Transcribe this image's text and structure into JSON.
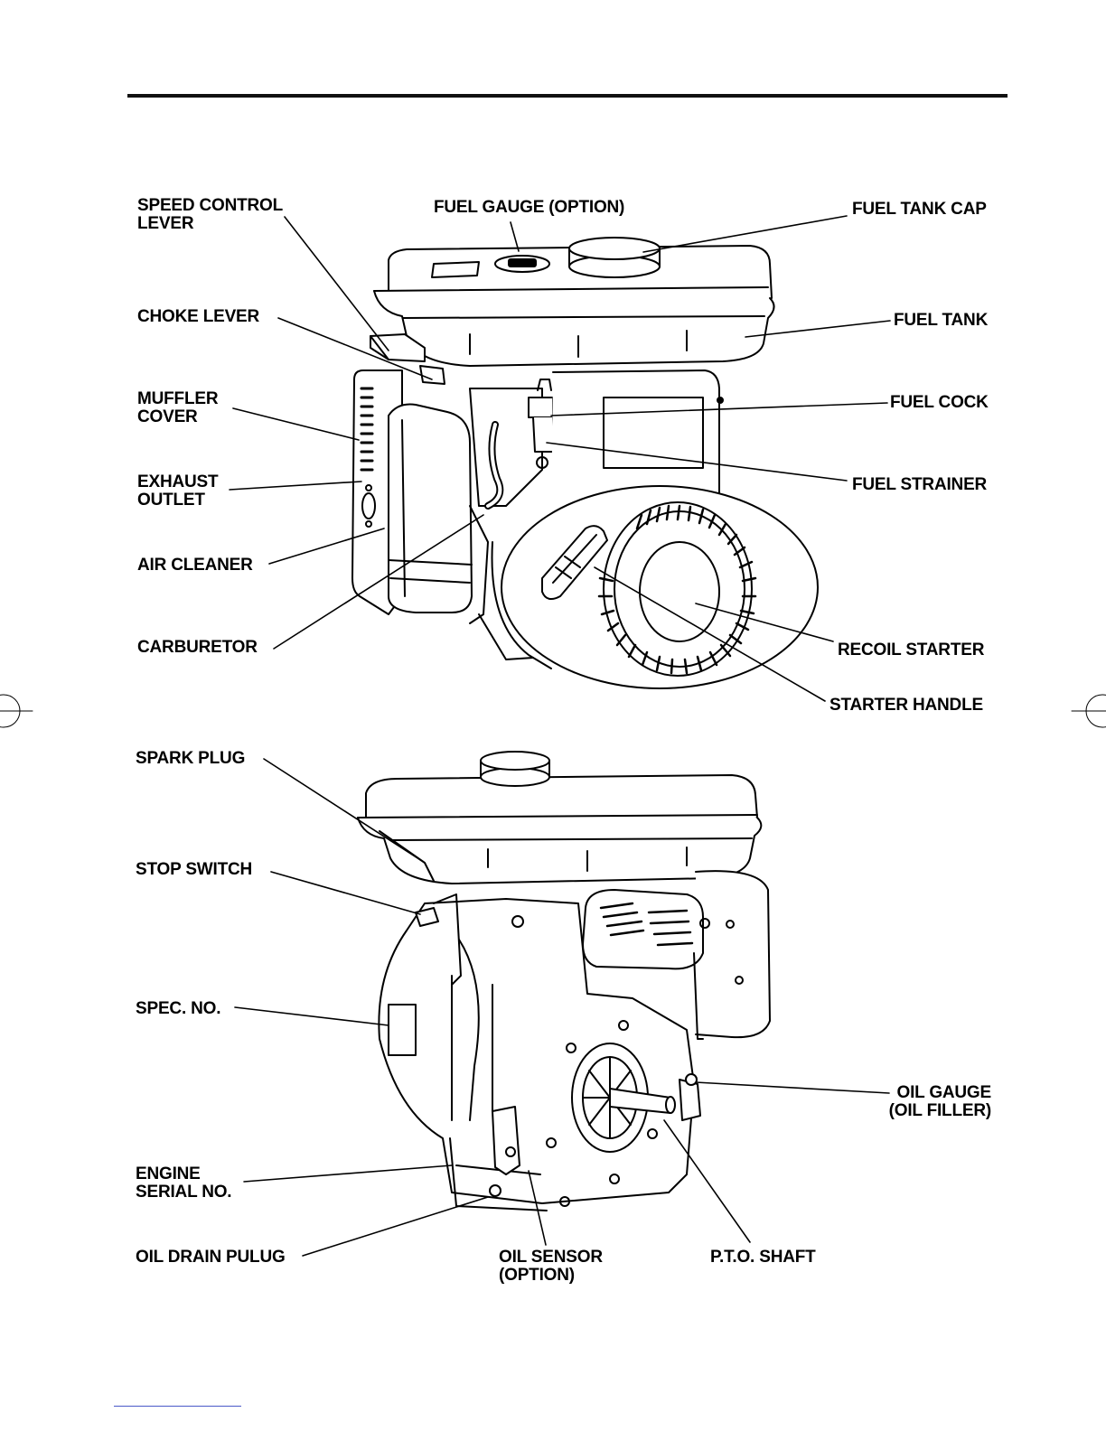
{
  "top_labels": {
    "speed_control_lever": [
      "SPEED CONTROL",
      "LEVER"
    ],
    "fuel_gauge": "FUEL GAUGE (OPTION)",
    "fuel_tank_cap": "FUEL TANK CAP",
    "choke_lever": "CHOKE LEVER",
    "fuel_tank": "FUEL TANK",
    "muffler_cover": [
      "MUFFLER",
      "COVER"
    ],
    "fuel_cock": "FUEL COCK",
    "exhaust_outlet": [
      "EXHAUST",
      "OUTLET"
    ],
    "fuel_strainer": "FUEL STRAINER",
    "air_cleaner": "AIR CLEANER",
    "carburetor": "CARBURETOR",
    "recoil_starter": "RECOIL STARTER",
    "starter_handle": "STARTER HANDLE"
  },
  "bottom_labels": {
    "spark_plug": "SPARK PLUG",
    "stop_switch": "STOP SWITCH",
    "spec_no": "SPEC. NO.",
    "oil_gauge": [
      "OIL GAUGE",
      "(OIL FILLER)"
    ],
    "engine_serial_no": [
      "ENGINE",
      "SERIAL NO."
    ],
    "oil_drain_plug": "OIL DRAIN PULUG",
    "oil_sensor": [
      "OIL SENSOR",
      "(OPTION)"
    ],
    "pto_shaft": "P.T.O. SHAFT"
  }
}
